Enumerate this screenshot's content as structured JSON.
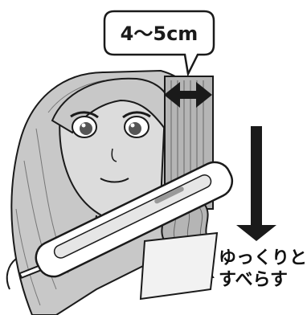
{
  "measurement_label": "4〜5cm",
  "instruction": {
    "line1": "ゆっくりと",
    "line2": "すべらす"
  },
  "icons": {
    "width_arrow": "double-headed-horizontal-arrow",
    "direction_arrow": "downward-arrow"
  },
  "colors": {
    "background": "#ffffff",
    "line": "#1a1a1a",
    "face_shade": "#d9d9d9",
    "hair_shade": "#9a9a9a",
    "section_shade": "#bdbdbd",
    "iron_body": "#ffffff",
    "arrow": "#1a1a1a"
  }
}
